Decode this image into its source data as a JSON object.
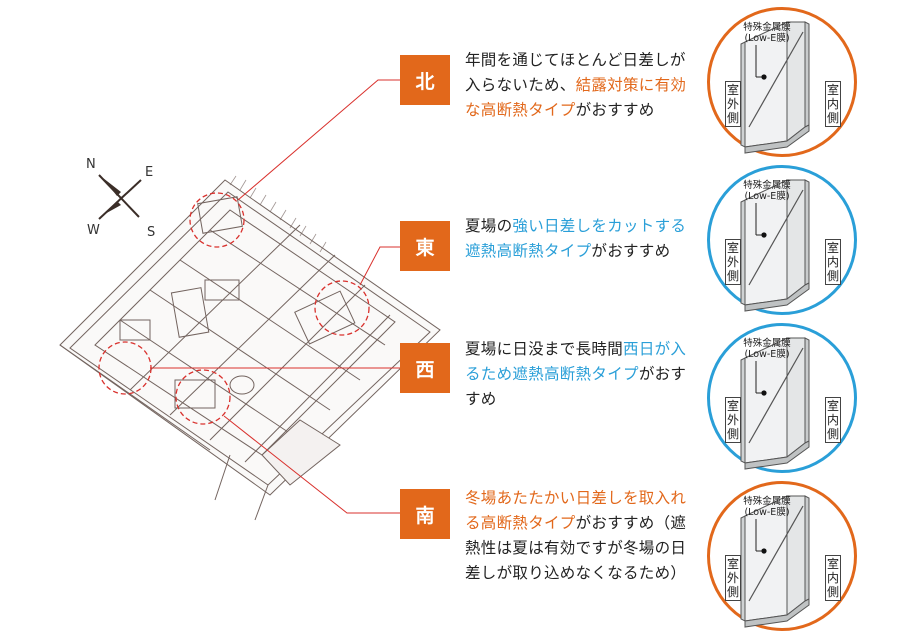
{
  "directions": [
    {
      "label": "北",
      "text": [
        {
          "t": "年間を通じてほとんど日差しが入らないため、"
        },
        {
          "t": "結露対策に有効な高断熱タイプ",
          "c": "orange"
        },
        {
          "t": "がおすすめ"
        }
      ],
      "glass_color": "orange"
    },
    {
      "label": "東",
      "text": [
        {
          "t": "夏場の"
        },
        {
          "t": "強い日差しをカットする遮熱高断熱タイプ",
          "c": "blue"
        },
        {
          "t": "がおすすめ"
        }
      ],
      "glass_color": "blue"
    },
    {
      "label": "西",
      "text": [
        {
          "t": "夏場に日没まで長時間"
        },
        {
          "t": "西日が入るため遮熱高断熱タイプ",
          "c": "blue"
        },
        {
          "t": "がおすすめ"
        }
      ],
      "glass_color": "blue"
    },
    {
      "label": "南",
      "text": [
        {
          "t": "冬場あたたかい日差しを取入れる高断熱タイプ",
          "c": "orange"
        },
        {
          "t": "がおすすめ（遮熱性は夏は有効ですが冬場の日差しが取り込めなくなるため）"
        }
      ],
      "glass_color": "orange"
    }
  ],
  "glass_labels": {
    "film": "特殊金属膜\n(Low-E膜)",
    "outside": "室外側",
    "inside": "室内側"
  },
  "compass": {
    "n": "N",
    "e": "E",
    "s": "S",
    "w": "W"
  },
  "colors": {
    "orange": "#e2681b",
    "blue": "#2a9fd8",
    "leader": "#d9312d"
  }
}
